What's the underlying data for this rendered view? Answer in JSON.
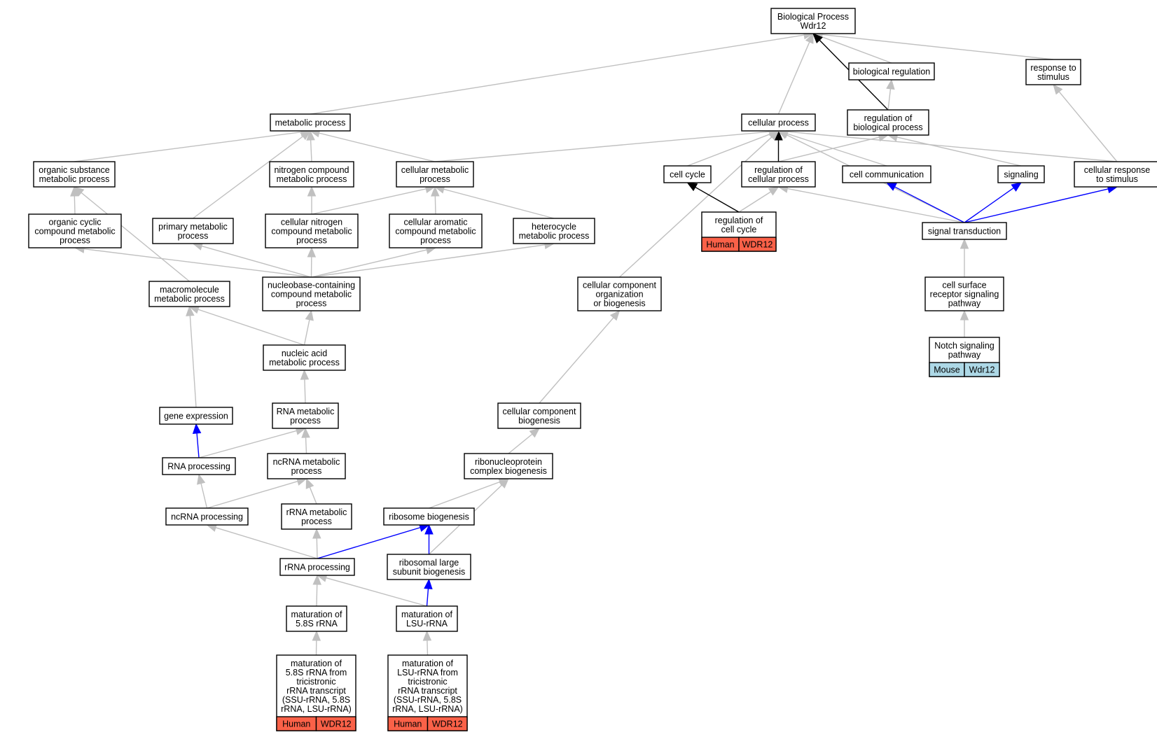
{
  "colors": {
    "grey": "#c0c0c0",
    "black": "#000000",
    "blue": "#0000ff",
    "human": "#fa6148",
    "mouse": "#add8e6"
  },
  "nodes": [
    {
      "id": "bp",
      "lines": [
        "Biological Process",
        "Wdr12"
      ]
    },
    {
      "id": "bioreg",
      "lines": [
        "biological regulation"
      ]
    },
    {
      "id": "resp",
      "lines": [
        "response to",
        "stimulus"
      ]
    },
    {
      "id": "metab",
      "lines": [
        "metabolic process"
      ]
    },
    {
      "id": "cellp",
      "lines": [
        "cellular process"
      ]
    },
    {
      "id": "regbp",
      "lines": [
        "regulation of",
        "biological process"
      ]
    },
    {
      "id": "orgsub",
      "lines": [
        "organic substance",
        "metabolic process"
      ]
    },
    {
      "id": "nitro",
      "lines": [
        "nitrogen compound",
        "metabolic process"
      ]
    },
    {
      "id": "cmp",
      "lines": [
        "cellular metabolic",
        "process"
      ]
    },
    {
      "id": "cc",
      "lines": [
        "cell cycle"
      ]
    },
    {
      "id": "regcp",
      "lines": [
        "regulation of",
        "cellular process"
      ]
    },
    {
      "id": "comm",
      "lines": [
        "cell communication"
      ]
    },
    {
      "id": "sig",
      "lines": [
        "signaling"
      ]
    },
    {
      "id": "cresp",
      "lines": [
        "cellular response",
        "to stimulus"
      ]
    },
    {
      "id": "ocyc",
      "lines": [
        "organic cyclic",
        "compound metabolic",
        "process"
      ]
    },
    {
      "id": "prim",
      "lines": [
        "primary metabolic",
        "process"
      ]
    },
    {
      "id": "cnit",
      "lines": [
        "cellular nitrogen",
        "compound metabolic",
        "process"
      ]
    },
    {
      "id": "carom",
      "lines": [
        "cellular aromatic",
        "compound metabolic",
        "process"
      ]
    },
    {
      "id": "het",
      "lines": [
        "heterocycle",
        "metabolic process"
      ]
    },
    {
      "id": "regcc",
      "lines": [
        "regulation of",
        "cell cycle"
      ],
      "annotation": [
        "Human",
        "WDR12"
      ]
    },
    {
      "id": "st",
      "lines": [
        "signal transduction"
      ]
    },
    {
      "id": "macro",
      "lines": [
        "macromolecule",
        "metabolic process"
      ]
    },
    {
      "id": "nbase",
      "lines": [
        "nucleobase-containing",
        "compound metabolic",
        "process"
      ]
    },
    {
      "id": "ccorg",
      "lines": [
        "cellular component",
        "organization",
        "or biogenesis"
      ]
    },
    {
      "id": "csr",
      "lines": [
        "cell surface",
        "receptor signaling",
        "pathway"
      ]
    },
    {
      "id": "nacid",
      "lines": [
        "nucleic acid",
        "metabolic process"
      ]
    },
    {
      "id": "notch",
      "lines": [
        "Notch signaling",
        "pathway"
      ],
      "annotation": [
        "Mouse",
        "Wdr12"
      ]
    },
    {
      "id": "gexp",
      "lines": [
        "gene expression"
      ]
    },
    {
      "id": "rnam",
      "lines": [
        "RNA metabolic",
        "process"
      ]
    },
    {
      "id": "ccbio",
      "lines": [
        "cellular component",
        "biogenesis"
      ]
    },
    {
      "id": "rnap",
      "lines": [
        "RNA processing"
      ]
    },
    {
      "id": "ncrnam",
      "lines": [
        "ncRNA metabolic",
        "process"
      ]
    },
    {
      "id": "ribonp",
      "lines": [
        "ribonucleoprotein",
        "complex biogenesis"
      ]
    },
    {
      "id": "ncrnap",
      "lines": [
        "ncRNA processing"
      ]
    },
    {
      "id": "rrnam",
      "lines": [
        "rRNA metabolic",
        "process"
      ]
    },
    {
      "id": "ribob",
      "lines": [
        "ribosome biogenesis"
      ]
    },
    {
      "id": "rrnap",
      "lines": [
        "rRNA processing"
      ]
    },
    {
      "id": "rlsb",
      "lines": [
        "ribosomal large",
        "subunit biogenesis"
      ]
    },
    {
      "id": "mat58",
      "lines": [
        "maturation of",
        "5.8S rRNA"
      ]
    },
    {
      "id": "matlsu",
      "lines": [
        "maturation of",
        "LSU-rRNA"
      ]
    },
    {
      "id": "mat58t",
      "lines": [
        "maturation of",
        "5.8S rRNA from",
        "tricistronic",
        "rRNA transcript",
        "(SSU-rRNA, 5.8S",
        "rRNA, LSU-rRNA)"
      ],
      "annotation": [
        "Human",
        "WDR12"
      ]
    },
    {
      "id": "matlsut",
      "lines": [
        "maturation of",
        "LSU-rRNA from",
        "tricistronic",
        "rRNA transcript",
        "(SSU-rRNA, 5.8S",
        "rRNA, LSU-rRNA)"
      ],
      "annotation": [
        "Human",
        "WDR12"
      ]
    }
  ],
  "edges": [
    {
      "from": "bioreg",
      "to": "bp",
      "color": "grey"
    },
    {
      "from": "resp",
      "to": "bp",
      "color": "grey"
    },
    {
      "from": "metab",
      "to": "bp",
      "color": "grey"
    },
    {
      "from": "cellp",
      "to": "bp",
      "color": "grey"
    },
    {
      "from": "regbp",
      "to": "bp",
      "color": "black"
    },
    {
      "from": "regbp",
      "to": "bioreg",
      "color": "grey"
    },
    {
      "from": "cresp",
      "to": "resp",
      "color": "grey"
    },
    {
      "from": "orgsub",
      "to": "metab",
      "color": "grey"
    },
    {
      "from": "nitro",
      "to": "metab",
      "color": "grey"
    },
    {
      "from": "cmp",
      "to": "metab",
      "color": "grey"
    },
    {
      "from": "prim",
      "to": "metab",
      "color": "grey"
    },
    {
      "from": "cmp",
      "to": "cellp",
      "color": "grey"
    },
    {
      "from": "cc",
      "to": "cellp",
      "color": "grey"
    },
    {
      "from": "regcp",
      "to": "cellp",
      "color": "black"
    },
    {
      "from": "comm",
      "to": "cellp",
      "color": "grey"
    },
    {
      "from": "cresp",
      "to": "cellp",
      "color": "grey"
    },
    {
      "from": "st",
      "to": "cellp",
      "color": "grey"
    },
    {
      "from": "ccorg",
      "to": "cellp",
      "color": "grey"
    },
    {
      "from": "regcp",
      "to": "regbp",
      "color": "grey"
    },
    {
      "from": "sig",
      "to": "regbp",
      "color": "grey"
    },
    {
      "from": "ocyc",
      "to": "orgsub",
      "color": "grey"
    },
    {
      "from": "macro",
      "to": "orgsub",
      "color": "grey"
    },
    {
      "from": "cnit",
      "to": "nitro",
      "color": "grey"
    },
    {
      "from": "cnit",
      "to": "cmp",
      "color": "grey"
    },
    {
      "from": "carom",
      "to": "cmp",
      "color": "grey"
    },
    {
      "from": "het",
      "to": "cmp",
      "color": "grey"
    },
    {
      "from": "regcc",
      "to": "cc",
      "color": "black"
    },
    {
      "from": "regcc",
      "to": "regcp",
      "color": "grey"
    },
    {
      "from": "st",
      "to": "regcp",
      "color": "grey"
    },
    {
      "from": "st",
      "to": "comm",
      "color": "blue"
    },
    {
      "from": "st",
      "to": "sig",
      "color": "blue"
    },
    {
      "from": "st",
      "to": "cresp",
      "color": "blue"
    },
    {
      "from": "nbase",
      "to": "ocyc",
      "color": "grey"
    },
    {
      "from": "nbase",
      "to": "prim",
      "color": "grey"
    },
    {
      "from": "nbase",
      "to": "cnit",
      "color": "grey"
    },
    {
      "from": "nbase",
      "to": "carom",
      "color": "grey"
    },
    {
      "from": "nbase",
      "to": "het",
      "color": "grey"
    },
    {
      "from": "nacid",
      "to": "macro",
      "color": "grey"
    },
    {
      "from": "nacid",
      "to": "nbase",
      "color": "grey"
    },
    {
      "from": "csr",
      "to": "st",
      "color": "grey"
    },
    {
      "from": "notch",
      "to": "csr",
      "color": "grey"
    },
    {
      "from": "gexp",
      "to": "macro",
      "color": "grey"
    },
    {
      "from": "rnam",
      "to": "nacid",
      "color": "grey"
    },
    {
      "from": "ccbio",
      "to": "ccorg",
      "color": "grey"
    },
    {
      "from": "rnap",
      "to": "gexp",
      "color": "blue"
    },
    {
      "from": "rnap",
      "to": "rnam",
      "color": "grey"
    },
    {
      "from": "ncrnam",
      "to": "rnam",
      "color": "grey"
    },
    {
      "from": "ribonp",
      "to": "ccbio",
      "color": "grey"
    },
    {
      "from": "ncrnap",
      "to": "rnap",
      "color": "grey"
    },
    {
      "from": "ncrnap",
      "to": "ncrnam",
      "color": "grey"
    },
    {
      "from": "rrnam",
      "to": "ncrnam",
      "color": "grey"
    },
    {
      "from": "ribob",
      "to": "ribonp",
      "color": "grey"
    },
    {
      "from": "rlsb",
      "to": "ribonp",
      "color": "grey"
    },
    {
      "from": "rrnap",
      "to": "ncrnap",
      "color": "grey"
    },
    {
      "from": "rrnap",
      "to": "rrnam",
      "color": "grey"
    },
    {
      "from": "rrnap",
      "to": "ribob",
      "color": "blue"
    },
    {
      "from": "rlsb",
      "to": "ribob",
      "color": "blue"
    },
    {
      "from": "mat58",
      "to": "rrnap",
      "color": "grey"
    },
    {
      "from": "matlsu",
      "to": "rrnap",
      "color": "grey"
    },
    {
      "from": "matlsu",
      "to": "rlsb",
      "color": "blue"
    },
    {
      "from": "mat58t",
      "to": "mat58",
      "color": "grey"
    },
    {
      "from": "matlsut",
      "to": "matlsu",
      "color": "grey"
    }
  ]
}
